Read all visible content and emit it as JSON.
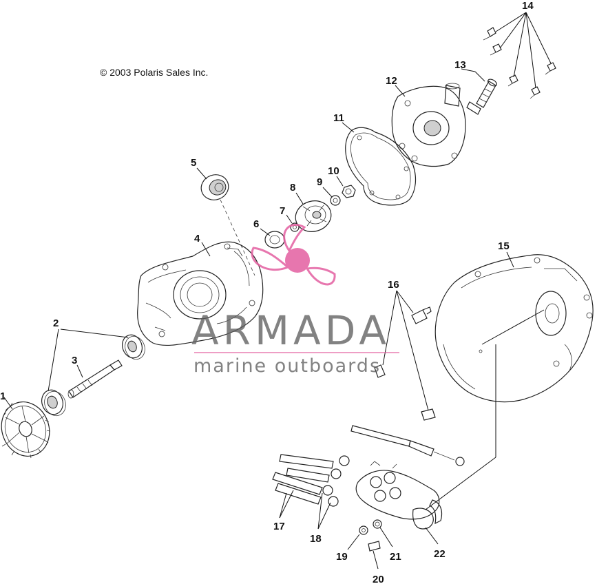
{
  "copyright": "© 2003 Polaris Sales Inc.",
  "watermark": {
    "brand": "ARMADA",
    "tagline": "marine outboards",
    "accent_color": "#e35fa0"
  },
  "callouts": {
    "c1": "1",
    "c2": "2",
    "c3": "3",
    "c4": "4",
    "c5": "5",
    "c6": "6",
    "c7": "7",
    "c8": "8",
    "c9": "9",
    "c10": "10",
    "c11": "11",
    "c12": "12",
    "c13": "13",
    "c14": "14",
    "c15": "15",
    "c16": "16",
    "c17": "17",
    "c18": "18",
    "c19": "19",
    "c20": "20",
    "c21": "21",
    "c22": "22"
  }
}
